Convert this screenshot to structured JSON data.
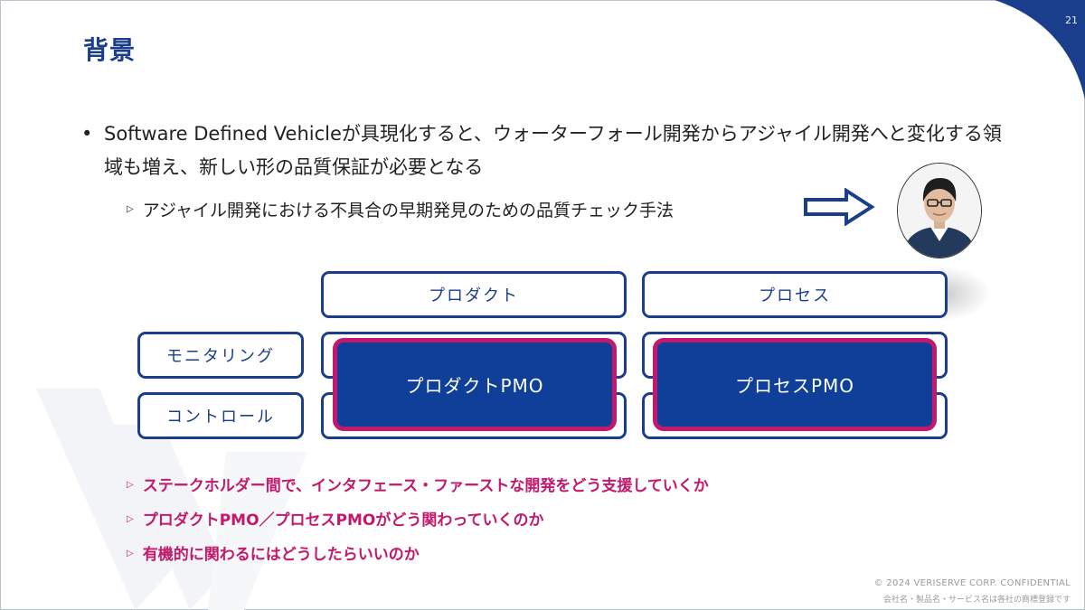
{
  "slide": {
    "page_number": "21",
    "title": "背景",
    "bullet_main": "Software Defined Vehicleが具現化すると、ウォーターフォール開発からアジャイル開発へと変化する領域も増え、新しい形の品質保証が必要となる",
    "bullet_sub": "アジャイル開発における不具合の早期発見のための品質チェック手法"
  },
  "diagram": {
    "col_product": "プロダクト",
    "col_process": "プロセス",
    "row_monitoring": "モニタリング",
    "row_control": "コントロール",
    "pmo_product": "プロダクトPMO",
    "pmo_process": "プロセスPMO"
  },
  "questions": [
    "ステークホルダー間で、インタフェース・ファーストな開発をどう支援していくか",
    "プロダクトPMO／プロセスPMOがどう関わっていくのか",
    "有機的に関わるにはどうしたらいいのか"
  ],
  "footer": {
    "confidential": "© 2024 VERISERVE CORP. CONFIDENTIAL",
    "trademark": "会社名・製品名・サービス名は各社の商標登録です"
  },
  "colors": {
    "brand_navy": "#1a3e8c",
    "pmo_fill": "#0f3f98",
    "accent_magenta": "#c3186b"
  },
  "icons": {
    "bullet": "bullet-dot-icon",
    "sub_bullet": "triangle-bullet-icon",
    "arrow": "outline-right-arrow-icon"
  }
}
